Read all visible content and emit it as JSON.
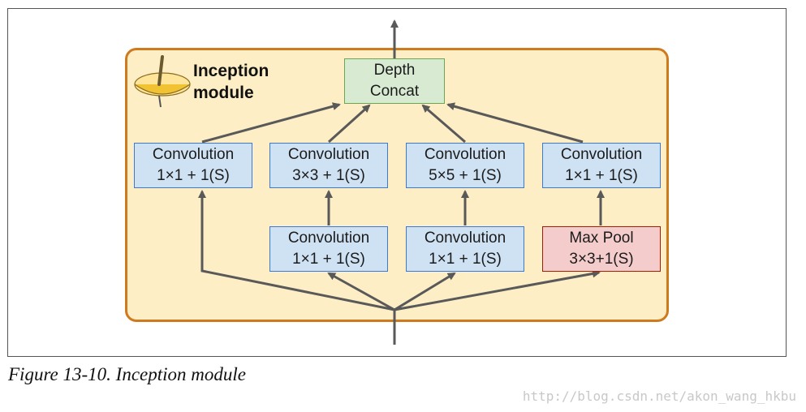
{
  "module": {
    "title_line1": "Inception",
    "title_line2": "module"
  },
  "concat": {
    "line1": "Depth",
    "line2": "Concat"
  },
  "top_row": [
    {
      "line1": "Convolution",
      "line2": "1×1 + 1(S)"
    },
    {
      "line1": "Convolution",
      "line2": "3×3 + 1(S)"
    },
    {
      "line1": "Convolution",
      "line2": "5×5 + 1(S)"
    },
    {
      "line1": "Convolution",
      "line2": "1×1 + 1(S)"
    }
  ],
  "bottom_row": [
    {
      "line1": "Convolution",
      "line2": "1×1 + 1(S)"
    },
    {
      "line1": "Convolution",
      "line2": "1×1 + 1(S)"
    },
    {
      "line1": "Max Pool",
      "line2": "3×3+1(S)"
    }
  ],
  "caption": "Figure 13-10. Inception module",
  "watermark": "http://blog.csdn.net/akon_wang_hkbu",
  "colors": {
    "module_fill": "#fdeec6",
    "module_border": "#d07a1e",
    "conv_fill": "#cfe2f3",
    "conv_border": "#3c78d8",
    "pool_fill": "#f4cccc",
    "pool_border": "#a61c00",
    "concat_fill": "#d9ead3",
    "concat_border": "#6aa84f",
    "arrow": "#595959"
  }
}
